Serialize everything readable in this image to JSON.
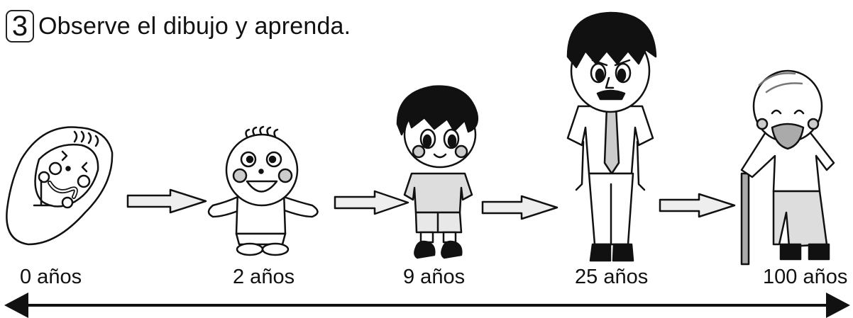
{
  "header": {
    "number": "3",
    "instruction": "Observe el dibujo y aprenda."
  },
  "stages": [
    {
      "label": "0 años"
    },
    {
      "label": "2 años"
    },
    {
      "label": "9 años"
    },
    {
      "label": "25 años"
    },
    {
      "label": "100 años"
    }
  ]
}
